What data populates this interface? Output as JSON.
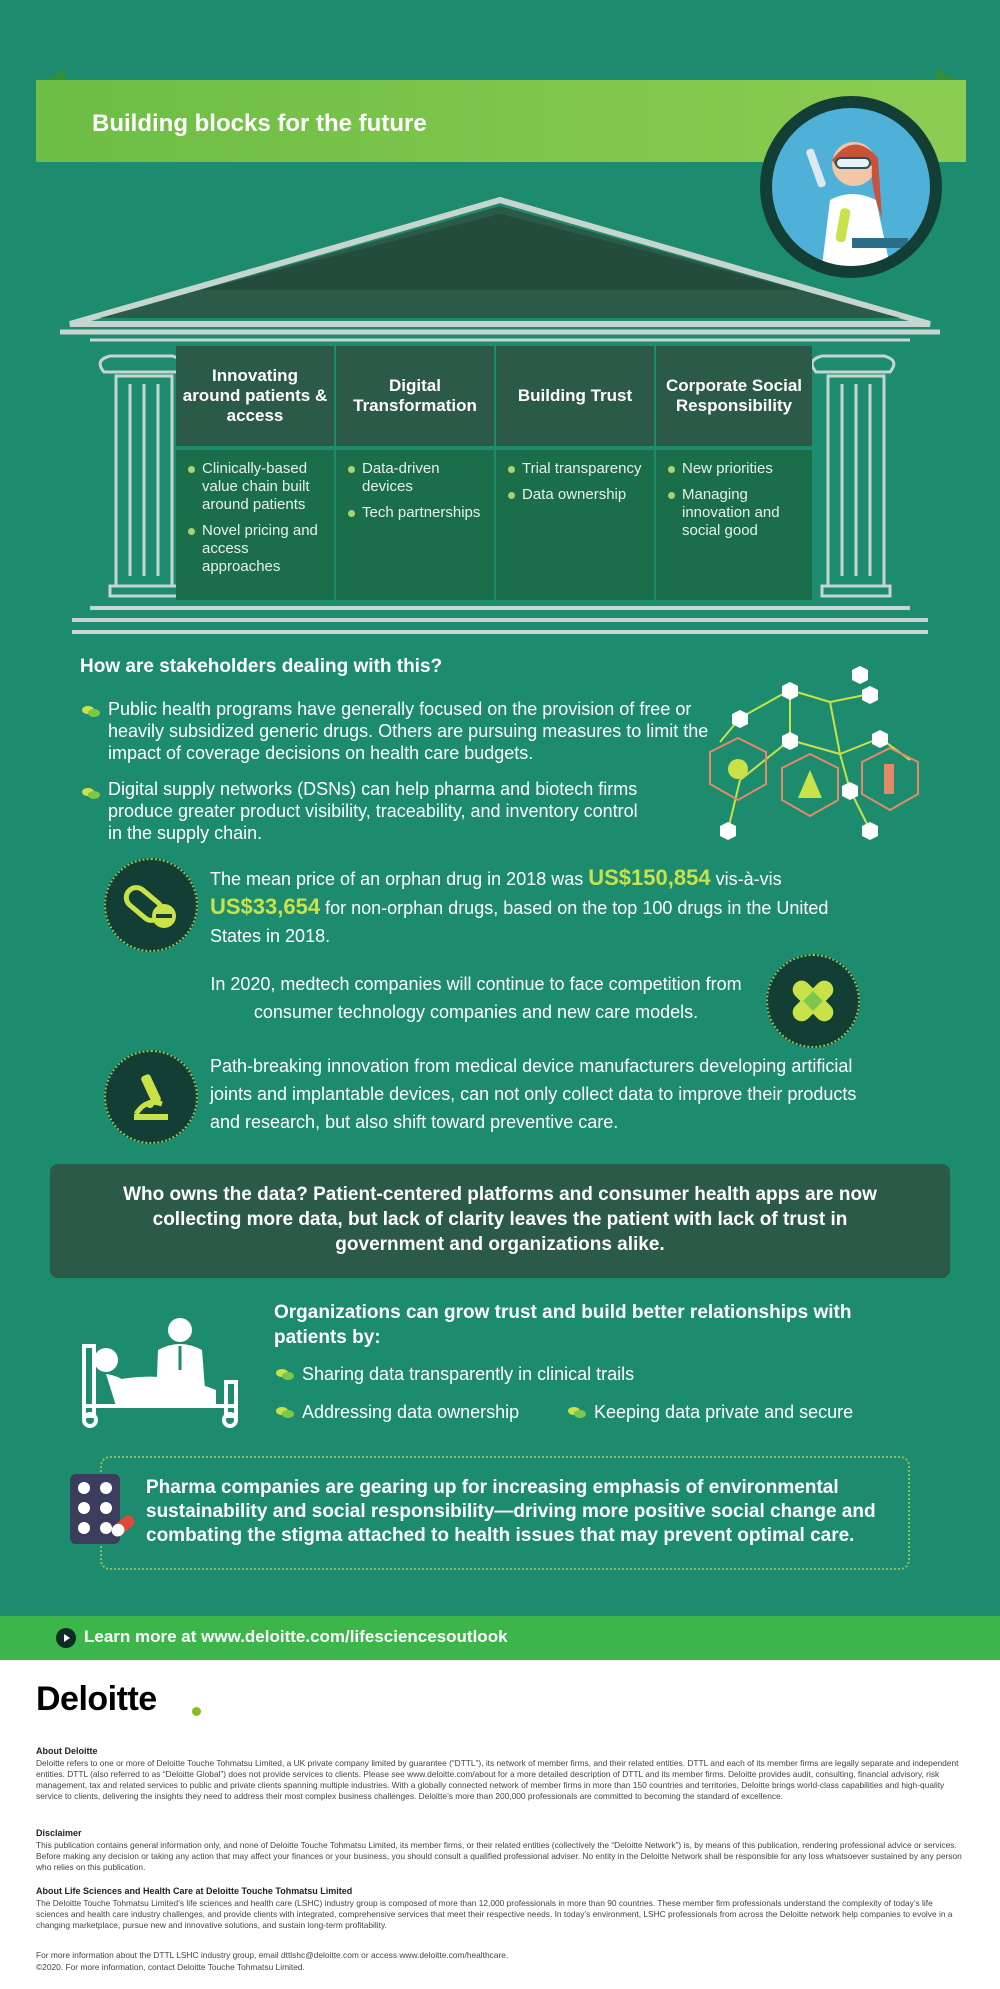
{
  "banner": {
    "title": "Building blocks for the future"
  },
  "pillars": [
    {
      "heading": "Innovating around patients & access",
      "items": [
        "Clinically-based value chain built around patients",
        "Novel pricing and access approaches"
      ]
    },
    {
      "heading": "Digital Transformation",
      "items": [
        "Data-driven devices",
        "Tech partnerships"
      ]
    },
    {
      "heading": "Building Trust",
      "items": [
        "Trial transparency",
        "Data ownership"
      ]
    },
    {
      "heading": "Corporate Social Responsibility",
      "items": [
        "New priorities",
        "Managing innovation and social good"
      ]
    }
  ],
  "stakeholders": {
    "heading": "How are stakeholders dealing with this?",
    "bullets": [
      "Public health programs have generally focused on the provision of free or heavily subsidized generic drugs. Others are pursuing measures to limit the impact of coverage decisions on health care budgets.",
      "Digital supply networks (DSNs) can help pharma and biotech firms produce greater product visibility, traceability, and inventory control in the supply chain."
    ]
  },
  "orphan": {
    "pre": "The mean price of an orphan drug in 2018 was ",
    "price1": "US$150,854",
    "mid": " vis-à-vis ",
    "price2": "US$33,654",
    "post": " for non-orphan drugs, based on the top 100 drugs in the United States in 2018."
  },
  "medtech": "In 2020, medtech companies will continue to face competition from consumer technology companies and new care models.",
  "innovation": "Path-breaking innovation from medical device manufacturers developing artificial joints and implantable devices, can not only collect data to improve their products and research, but also shift toward preventive care.",
  "quote": "Who owns the data? Patient-centered platforms and consumer health apps are now collecting more data, but lack of clarity leaves the patient with lack of trust in government and organizations alike.",
  "organizations": {
    "heading": "Organizations can grow trust and build better relationships with patients by:",
    "items": [
      "Sharing data transparently in clinical trails",
      "Addressing data ownership",
      "Keeping data private and secure"
    ]
  },
  "pharma": "Pharma companies are gearing up for increasing emphasis of environmental sustainability and social responsibility—driving more positive social change and combating the stigma attached to health issues that may prevent optimal care.",
  "learn_more": "Learn more at www.deloitte.com/lifesciencesoutlook",
  "footer": {
    "logo": "Deloitte",
    "about_head": "About Deloitte",
    "about": "Deloitte refers to one or more of Deloitte Touche Tohmatsu Limited, a UK private company limited by guarantee (“DTTL”), its network of member firms, and their related entities. DTTL and each of its member firms are legally separate and independent entities. DTTL (also referred to as “Deloitte Global”) does not provide services to clients. Please see www.deloitte.com/about for a more detailed description of DTTL and its member firms. Deloitte provides audit, consulting, financial advisory, risk management, tax and related services to public and private clients spanning multiple industries. With a globally connected network of member firms in more than 150 countries and territories, Deloitte brings world-class capabilities and high-quality service to clients, delivering the insights they need to address their most complex business challenges. Deloitte’s more than 200,000 professionals are committed to becoming the standard of excellence.",
    "disclaimer_head": "Disclaimer",
    "disclaimer": "This publication contains general information only, and none of Deloitte Touche Tohmatsu Limited, its member firms, or their related entities (collectively the “Deloitte Network”) is, by means of this publication, rendering professional advice or services. Before making any decision or taking any action that may affect your finances or your business, you should consult a qualified professional adviser. No entity in the Deloitte Network shall be responsible for any loss whatsoever sustained by any person who relies on this publication.",
    "lshc_head": "About Life Sciences and Health Care at Deloitte Touche Tohmatsu Limited",
    "lshc": "The Deloitte Touche Tohmatsu Limited’s life sciences and health care (LSHC) industry group is composed of more than 12,000 professionals in more than 90 countries. These member firm professionals understand the complexity of today’s life sciences and health care industry challenges, and provide clients with integrated, comprehensive services that meet their respective needs. In today’s environment, LSHC professionals from across the Deloitte network help companies to evolve in a changing marketplace, pursue new and innovative solutions, and sustain long-term profitability.",
    "contact": "For more information about the DTTL LSHC industry group, email dttlshc@deloitte.com or access www.deloitte.com/healthcare.",
    "copyright": "©2020. For more information, contact Deloitte Touche Tohmatsu Limited."
  }
}
